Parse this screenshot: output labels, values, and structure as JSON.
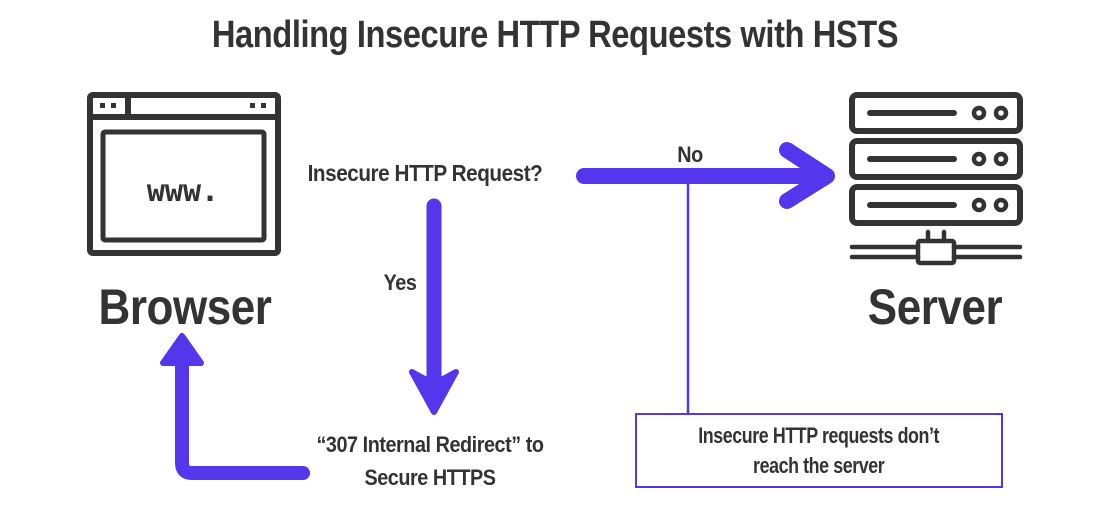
{
  "title": "Handling Insecure HTTP Requests with HSTS",
  "nodes": {
    "browser": {
      "label": "Browser",
      "icon": "browser-window-icon",
      "icon_text": "www."
    },
    "server": {
      "label": "Server",
      "icon": "server-rack-icon"
    }
  },
  "decision": {
    "question": "Insecure HTTP Request?",
    "no_label": "No",
    "yes_label": "Yes"
  },
  "redirect": {
    "line1": "“307 Internal Redirect” to",
    "line2": "Secure HTTPS"
  },
  "note": {
    "line1": "Insecure HTTP requests don’t",
    "line2": "reach the server"
  },
  "colors": {
    "accent": "#5436ec",
    "text": "#333333",
    "icon_stroke": "#333333",
    "background": "#ffffff"
  }
}
